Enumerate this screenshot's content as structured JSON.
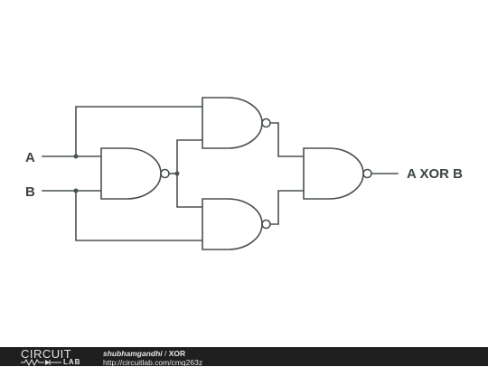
{
  "diagram": {
    "inputs": [
      {
        "id": "A",
        "label": "A"
      },
      {
        "id": "B",
        "label": "B"
      }
    ],
    "output": {
      "label": "A XOR B"
    },
    "gates": [
      {
        "id": "g1",
        "type": "NAND",
        "inputs": [
          "A",
          "B"
        ]
      },
      {
        "id": "g2",
        "type": "NAND",
        "inputs": [
          "A",
          "g1"
        ]
      },
      {
        "id": "g3",
        "type": "NAND",
        "inputs": [
          "g1",
          "B"
        ]
      },
      {
        "id": "g4",
        "type": "NAND",
        "inputs": [
          "g2",
          "g3"
        ]
      }
    ]
  },
  "footer": {
    "logo_word_top": "CIRCUIT",
    "logo_word_bottom": "LAB",
    "author": "shubhamgandhi",
    "separator": " / ",
    "title": "XOR",
    "url": "http://circuitlab.com/cmq263z"
  },
  "colors": {
    "stroke": "#4a5050",
    "footer_bg": "#1f1f1f",
    "footer_text": "#e6e6e6"
  }
}
